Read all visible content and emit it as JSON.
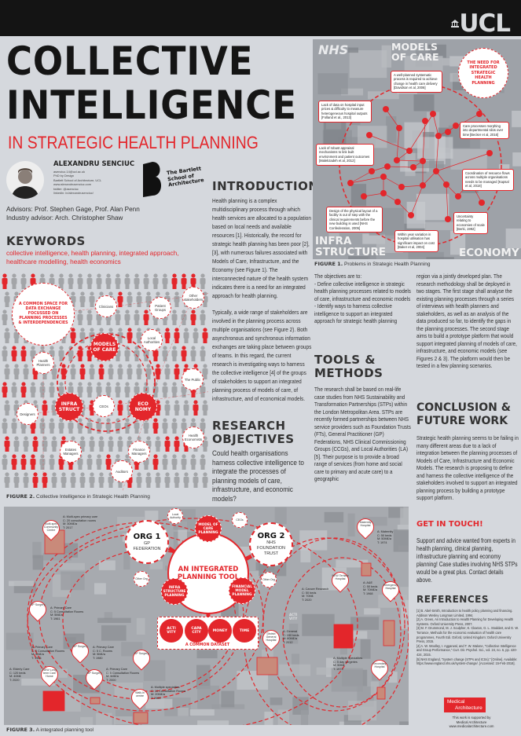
{
  "header": {
    "logo": "UCL"
  },
  "title": {
    "line1": "COLLECTIVE",
    "line2": "INTELLIGENCE",
    "subtitle": "IN STRATEGIC HEALTH PLANNING"
  },
  "author": {
    "name": "ALEXANDRU SENCIUC",
    "contacts": [
      "asenciuc.14@ucl.ac.uk",
      "PhD by Design",
      "Bartlett School of Architecture, UCL",
      "www.alexandrusenciuc.com",
      "twitter: @asenciuc",
      "linkedin: in/alexandrusenciuc/"
    ],
    "advisors": "Advisors: Prof. Stephen Gage, Prof. Alan Penn",
    "industry_advisor": "Industry advisor: Arch. Christopher Shaw"
  },
  "school_logo": {
    "text": "The Bartlett School of Architecture"
  },
  "keywords": {
    "heading": "KEYWORDS",
    "text": "collective intelligence, health planning, integrated approach, healthcare modelling, health economics"
  },
  "introduction": {
    "heading": "INTRODUCTION",
    "p1": "Health planning is a complex multidisciplinary process through which health services are allocated to a population based on local needs and available resources [1]. Historically, the record for strategic health planning has been poor [2], [3], with numerous failures associated with Models of Care, Infrastructure, and the Economy (see Figure 1). The interconnected nature of the health system indicates there is a need for an integrated approach for health planning.",
    "p2": "Typically, a wide range of stakeholders are involved in the planning process across multiple organisations (see Figure 2). Both asynchronous and synchronous information exchanges are taking place between groups of teams. In this regard, the current research is investigating ways to harness the collective intelligence [4] of the groups of stakeholders to support an integrated planning process of models of care, of infrastructure, and of economical models."
  },
  "research_objectives": {
    "heading": "RESEARCH OBJECTIVES",
    "question": "Could health organisations harness collective intelligence to integrate the processes of planning models of care, infrastructure, and economic models?",
    "intro": "The objectives are to:",
    "items": [
      "-   Define collective intelligence in strategic health planning processes related to models of care, infrastructure and economic models",
      "-   Identify ways to harness collective intelligence to support an integrated approach for strategic health planning"
    ]
  },
  "tools_methods": {
    "heading": "TOOLS & METHODS",
    "p1": "The research shall be based on real-life case studies from NHS Sustainability and Transformation Partnerships (STPs) within the London Metropolitan Area. STPs are recently formed partnerships between NHS service providers such as Foundation Trusts (FTs), General Practitioner (GP) Federations, NHS Clinical Commissioning Groups (CCGs), and Local Authorities (LA) [5]. Their purpose is to provide a broad range of services (from home and social care to primary and acute care) to a geographic",
    "p2": "region via a jointly developed plan. The research methodology shall be deployed in two stages. The first stage shall analyse the existing planning processes through a series of interviews with health planners and stakeholders, as well as an analysis of the data produced so far, to identify the gaps in the planning processes. The second stage aims to build a prototype platform that would support integrated planning of models of care, infrastructure, and economic models (see Figures 2 & 3). The platform would then be tested in a few planning scenarios."
  },
  "conclusion": {
    "heading": "CONCLUSION & FUTURE WORK",
    "text": "Strategic health planning seems to be failing in many different areas due to a lack of integration between the planning processes of Models of Care, Infrastructure and Economic Models. The research is proposing to define and harness the collective intelligence of the stakeholders involved to support an integrated planning process by building a prototype support platform."
  },
  "get_in_touch": {
    "heading": "GET IN TOUCH!",
    "text": "Support and advice wanted from experts in health planning, clinical planning, infrastructure planning and economy planning! Case studies involving NHS STPs would be a great plus. Contact details above."
  },
  "references": {
    "heading": "REFERENCES",
    "items": [
      "[1]   B. Abel-Smith, Introduction to health policy planning and financing. Addison Wesley Longman Limited, 1994.",
      "[2]   A. Green, An Introduction to Health Planning for Developing Health Systems. Oxford University Press, 2007.",
      "[3]   M. F. Drummond, M. J. Sculpher, K. Claxton, G. L. Stoddart, and G. W. Torrance, Methods for the economic evaluation of health care programmes, Fourth Edi. Oxford, United Kingdom: Oxford University Press, 2015.",
      "[4]   A. W. Woolley, I. Aggarwal, and T. W. Malone, \"Collective Intelligence and Group Performance,\" Curr. Dir. Psychol. Sci., vol. 24, no. 6, pp. 420-424, 2015.",
      "[5]   NHS England, \"System change (STPs and ICSs).\" [Online]. Available: https://www.england.nhs.uk/system-change/. [Accessed: 15-Feb-2018]."
    ]
  },
  "sponsor": {
    "logo_line1": "Medical",
    "logo_line2": "Architecture",
    "line1": "This work is supported by",
    "line2": "Medical Architecture",
    "url": "www.medicalarchitecture.com"
  },
  "figure1": {
    "caption_label": "FIGURE 1.",
    "caption": "Problems in Strategic Health Planning",
    "nhs": "NHS",
    "models_of_care": "MODELS OF CARE",
    "infrastructure": "INFRA STRUCTURE",
    "economy": "ECONOMY",
    "need": "THE NEED FOR INTEGRATED STRATEGIC HEALTH PLANNING",
    "callouts": [
      "A well-planned systematic process is required to achieve change in health care delivery [Davidson et al, 2006]",
      "Lack of data on hospital input prices & difficulty to measure heterogeneous hospital outputs [Folland et al., 2013]",
      "Care processes morphing into departmental silos over time [Becker et al, 2016]",
      "Lack of robust appraisal mechanisms to link built environment and patient outcomes [Malekzadeh et al, 2012]",
      "Coordination of resource flows across multiple organisations needs to be managed [Kapsal et al, 2018]",
      "Design of the physical layout of a facility is out of step with the clinical requirements before the new building is used [NHS Confederation, 2005]",
      "Uncertainty relating to economies of scale [Berki, 1992]",
      "Within year variation in hospital utilisation has significant impact on cost [Baker et al, 2004]"
    ]
  },
  "figure2": {
    "caption_label": "FIGURE 2.",
    "caption": "Collective Intelligence in Strategic Health Planning",
    "common_space": "A COMMON SPACE FOR DATA EXCHANGE FOCUSSED ON PLANNING PROCESSES & INTERDEPENDENCIES",
    "core": [
      "MODELS OF CARE",
      "INFRA STRUCT",
      "ECO NOMY"
    ],
    "stakeholders": [
      "Clinicians",
      "Patient Groups",
      "Other stakeholders",
      "Local Authorities",
      "Health Planners",
      "The Public",
      "Designers",
      "CEOs",
      "Health Economists",
      "Estates Managers",
      "Finance Managers",
      "Auditors"
    ]
  },
  "figure3": {
    "caption_label": "FIGURE 3.",
    "caption": "A integrated planning tool",
    "org1": {
      "title": "ORG 1",
      "sub": "GP FEDERATION"
    },
    "org2": {
      "title": "ORG 2",
      "sub": "NHS FOUNDATION TRUST"
    },
    "tool": "AN INTEGRATED PLANNING TOOL",
    "modules": [
      "MODEL OF CARE PLANNING",
      "INFRA STRUCTURE PLANNING",
      "FINANCIAL MODEL PLANNING"
    ],
    "small": [
      "Local Authority",
      "CEOs",
      "Other Org",
      "Other Org"
    ],
    "dataset": {
      "label": "A COMMON DATASET",
      "items": [
        "ACTI VITY",
        "CAPA CITY",
        "MONEY",
        "TIME"
      ]
    },
    "map_label": "ACTI VITY",
    "pins": [
      "Multi-spec Community Centre",
      "GP Surgery",
      "GP Surgery",
      "GP Surgery",
      "GP Surgery",
      "NEW Long term Care Home",
      "Walk-in centre",
      "Maternity Hospital",
      "NEW Tertiary Hospital",
      "Emergency Hospital",
      "District General Hospital",
      "Secondary Hospital"
    ],
    "annotations": [
      "A: Multi-spec primary care\nC: 20 consultation rooms\nM: 30M£/a\nT: 2017",
      "A: Primary Care\nC: 5 Consultation Rooms\nM: 5M£/a\nT: 1961",
      "A: Primary Care\nC: 5 Consultation Rooms\nM: 5M£/a\nT: 1963",
      "A: Primary Care\nC: 5 Consultation Rooms\nM: 5M£/a\nT: 2000",
      "A: Primary Care\nC: 5 C. Rooms\nM: 5M£/a\nT: 1980",
      "A: Elderly Care\nC: 120 beds\nM: 40M£\nT: 2020",
      "A: Multiple specialties\nC: 10 Consultation Rooms\nM: 20M£/a\nT: 2000",
      "A: Maternity\nC: 50 beds\nM: 50M£/a\nT: 1974",
      "A: Cancer Research\nC: 50 beds\nM: 70M£\nT: 2020",
      "A: A&E\nC: 50 beds\nM: 70M£/a\nT: 1968",
      "A: General\nC: 150 beds\nM: 80M£/a\nT: 2012",
      "A: Multiple Specialties\nC: 5 day surgeries\nM: 50M£\nT: 1973"
    ]
  },
  "colors": {
    "accent": "#e3262b",
    "background": "#d5d8dd",
    "header": "#141414"
  }
}
